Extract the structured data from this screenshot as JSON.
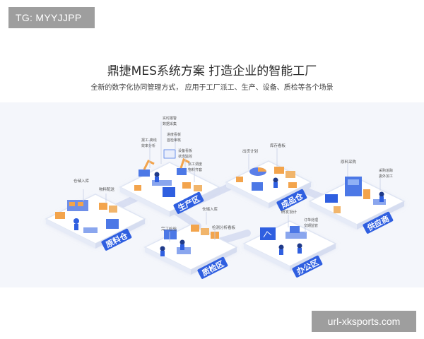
{
  "tag_badge": "TG: MYYJJPP",
  "headline": "鼎捷MES系统方案 打造企业的智能工厂",
  "subline": "全新的数字化协同管理方式， 应用于工厂派工、生产、设备、质检等各个场景",
  "url_badge": "url-xksports.com",
  "colors": {
    "platform": "#ffffff",
    "platform_edge": "#dfe5f3",
    "zone_label_bg": "#2f5fe0",
    "zone_label_text": "#ffffff",
    "orange_box": "#f3a44c",
    "blue_machine": "#4c78e6",
    "connector": "#d9dff2"
  },
  "zones": {
    "raw": {
      "label": "原料仓",
      "callouts": [
        "仓储入库",
        "物料配送"
      ]
    },
    "production": {
      "label": "生产区",
      "callouts": [
        "实时报警\n数据采集",
        "报工-离线\n效率分析",
        "进度看板\n首检审核",
        "设备看板\n状态监控",
        "派工调度\n物料齐套"
      ]
    },
    "finished": {
      "label": "成品仓",
      "callouts": [
        "出货计划",
        "库存看板"
      ]
    },
    "supply": {
      "label": "供应商",
      "callouts": [
        "原料采购",
        "采购追踪\n委外加工"
      ]
    },
    "qc": {
      "label": "质检区",
      "callouts": [
        "完工检验",
        "仓储入库",
        "检测分析看板"
      ]
    },
    "office": {
      "label": "办公区",
      "callouts": [
        "研发设计",
        "订单处理\n交期监管"
      ]
    }
  }
}
